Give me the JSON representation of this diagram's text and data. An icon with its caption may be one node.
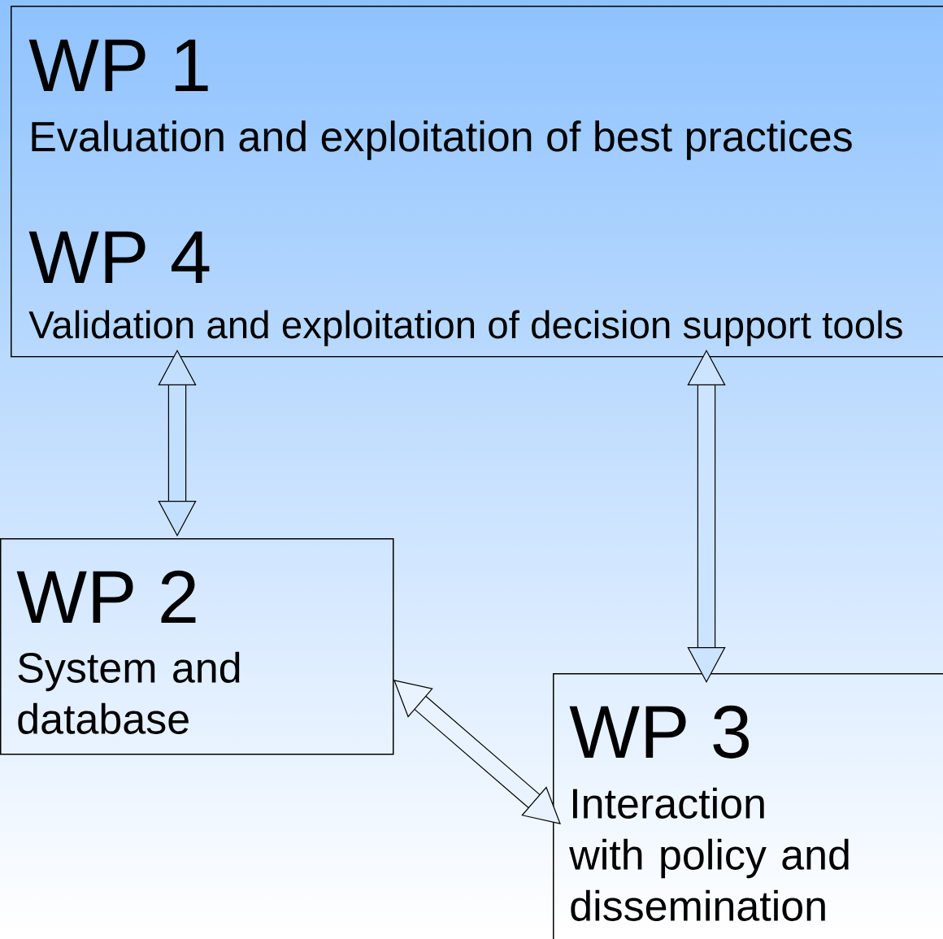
{
  "diagram": {
    "nodes": [
      {
        "text": [
          "WP 1",
          "Evaluation and exploitation of best practices",
          "WP 4",
          "Validation and exploitation of decision support tools"
        ]
      },
      {
        "text": [
          "WP 2",
          "System and database"
        ]
      },
      {
        "text": [
          "WP 3",
          "Interaction with policy and dissemination"
        ]
      }
    ],
    "edges": [
      {
        "from": 0,
        "to": 1,
        "arrow": "both"
      },
      {
        "from": 0,
        "to": 2,
        "arrow": "both"
      },
      {
        "from": 1,
        "to": 2,
        "arrow": "both"
      }
    ]
  }
}
